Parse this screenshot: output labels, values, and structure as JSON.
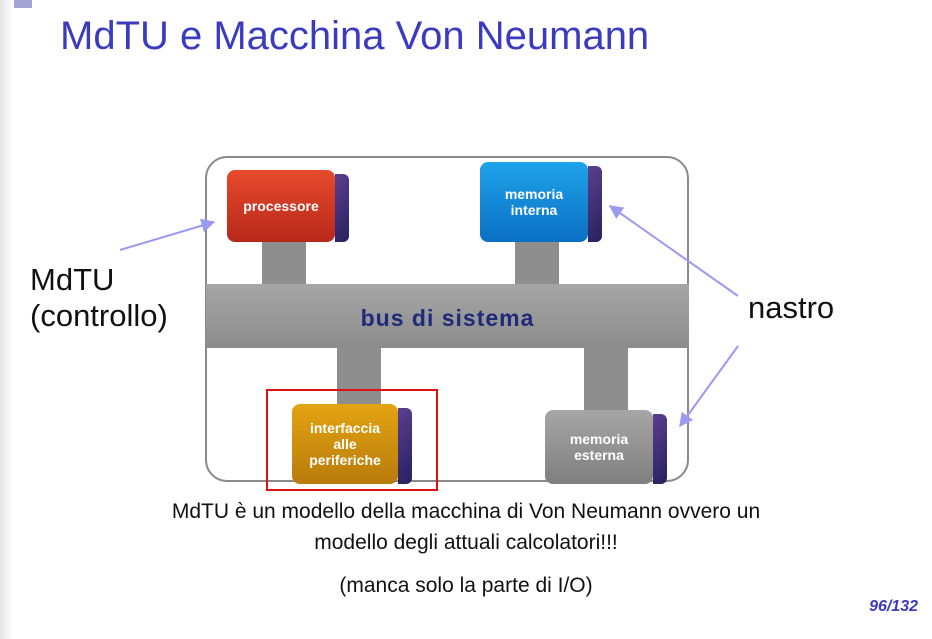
{
  "slide": {
    "title": "MdTU e Macchina Von Neumann",
    "page_number": "96/132"
  },
  "diagram": {
    "bus_label": "bus di sistema",
    "blocks": {
      "processore": "processore",
      "memoria_interna": "memoria\ninterna",
      "interfaccia": "interfaccia\nalle\nperiferiche",
      "memoria_esterna": "memoria\nesterna"
    },
    "labels": {
      "mdtu_line1": "MdTU",
      "mdtu_line2": "(controllo)",
      "nastro": "nastro"
    }
  },
  "caption": {
    "line1": "MdTU è un modello della macchina di Von Neumann ovvero un",
    "line2": "modello degli attuali calcolatori!!!",
    "line3": "(manca solo la parte di I/O)"
  },
  "colors": {
    "title": "#3b3bbf",
    "arrow": "#9a9af0",
    "highlight": "#dd1111"
  }
}
